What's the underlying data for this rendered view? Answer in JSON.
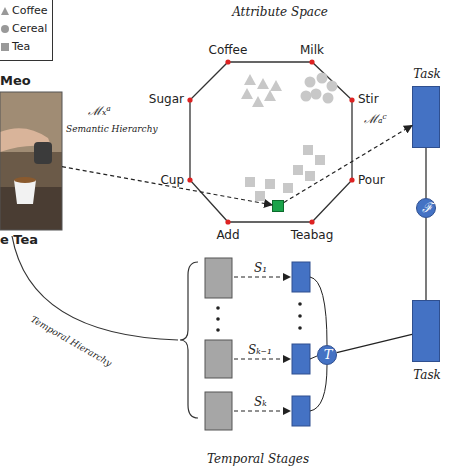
{
  "diagram": {
    "nodes": [
      {
        "text": [
          "Meo",
          "e Tea"
        ]
      },
      {
        "text": [
          "Attribute Space",
          "Coffee",
          "Milk",
          "Sugar",
          "Stir",
          "Cup",
          "Pour",
          "Add",
          "Teabag"
        ]
      },
      {
        "text": [
          "Task"
        ]
      },
      {
        "text": [
          "Task"
        ]
      },
      {
        "text": [
          "ℱ"
        ]
      },
      {
        "text": [
          "T"
        ]
      }
    ],
    "edges": [
      {
        "from": 0,
        "to": 1,
        "arrow": "to",
        "label": "Semantic Hierarchy"
      },
      {
        "from": 1,
        "to": 2,
        "arrow": "to",
        "label": "ℳₐᶜ"
      },
      {
        "from": 2,
        "to": 4,
        "arrow": "none"
      },
      {
        "from": 3,
        "to": 4,
        "arrow": "none"
      },
      {
        "from": 5,
        "to": 3,
        "arrow": "none"
      }
    ],
    "labels": [
      "ℳₓᵃ",
      "S₁",
      "Sₖ₋₁",
      "Sₖ",
      "Temporal Hierarchy",
      "Temporal Stages"
    ],
    "legend": [
      {
        "text": "Coffee"
      },
      {
        "text": "Cereal"
      },
      {
        "text": "Tea"
      }
    ]
  }
}
